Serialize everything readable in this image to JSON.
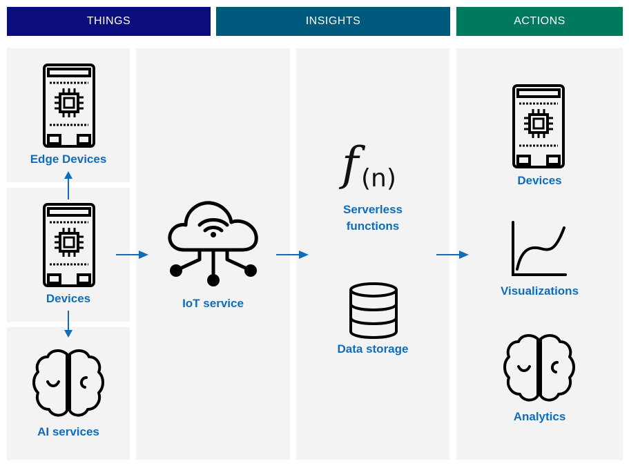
{
  "headers": {
    "things": "THINGS",
    "insights": "INSIGHTS",
    "actions": "ACTIONS"
  },
  "colors": {
    "things_header": "#0b0c7d",
    "insights_header": "#005a7d",
    "actions_header": "#007a5e",
    "panel": "#f3f3f3",
    "label": "#0f6cbd",
    "arrow": "#0f6cbd"
  },
  "things": {
    "edge_devices": "Edge Devices",
    "devices": "Devices",
    "ai_services": "AI services"
  },
  "iot": {
    "label": "IoT service"
  },
  "insights": {
    "fn_main": "f",
    "fn_sub": "(n)",
    "serverless": "Serverless\nfunctions",
    "data_storage": "Data storage"
  },
  "actions": {
    "devices": "Devices",
    "visualizations": "Visualizations",
    "analytics": "Analytics"
  },
  "icons": [
    "device-board-icon",
    "brain-icon",
    "cloud-wifi-icon",
    "database-icon",
    "line-chart-icon"
  ]
}
